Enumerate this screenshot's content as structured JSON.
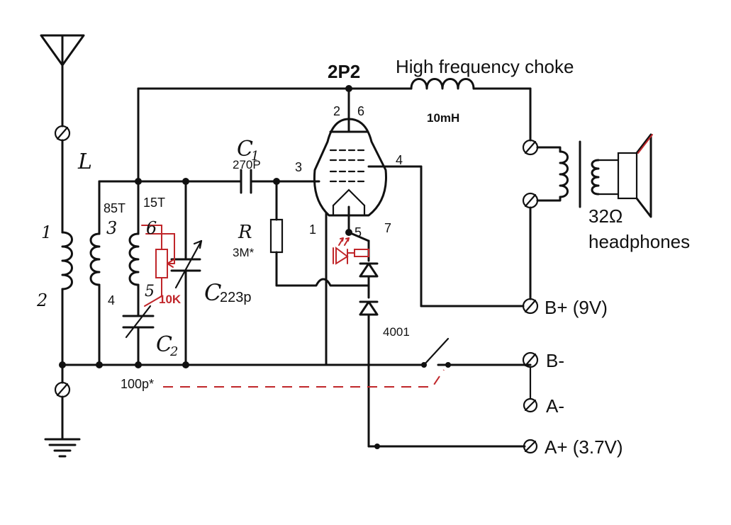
{
  "colors": {
    "ink": "#111111",
    "mod": "#c0262a",
    "background": "#ffffff"
  },
  "labels": {
    "tube": "2P2",
    "choke_title": "High frequency choke",
    "choke_value": "10mH",
    "pin_2": "2",
    "pin_6": "6",
    "pin_3": "3",
    "pin_4": "4",
    "pin_1": "1",
    "pin_5": "5",
    "pin_7": "7",
    "cap_c1": "C",
    "cap_c1_sub": "1",
    "cap_c1_value": "270P",
    "inductor_l": "L",
    "coil_pin_1": "1",
    "coil_pin_2": "2",
    "coil_pin_3": "3",
    "coil_pin_4": "4",
    "coil_pin_5": "5",
    "coil_pin_6": "6",
    "turns_85": "85T",
    "turns_15": "15T",
    "res_r": "R",
    "res_value": "3M*",
    "cap_c": "C",
    "cap_c_value": "223p",
    "pot_value": "10K",
    "cap_c2": "C",
    "cap_c2_sub": "2",
    "cap_c2_value": "100p*",
    "diode": "4001",
    "headphones_ohm": "32Ω",
    "headphones": "headphones",
    "b_plus": "B+ (9V)",
    "b_minus": "B-",
    "a_minus": "A-",
    "a_plus": "A+ (3.7V)"
  }
}
